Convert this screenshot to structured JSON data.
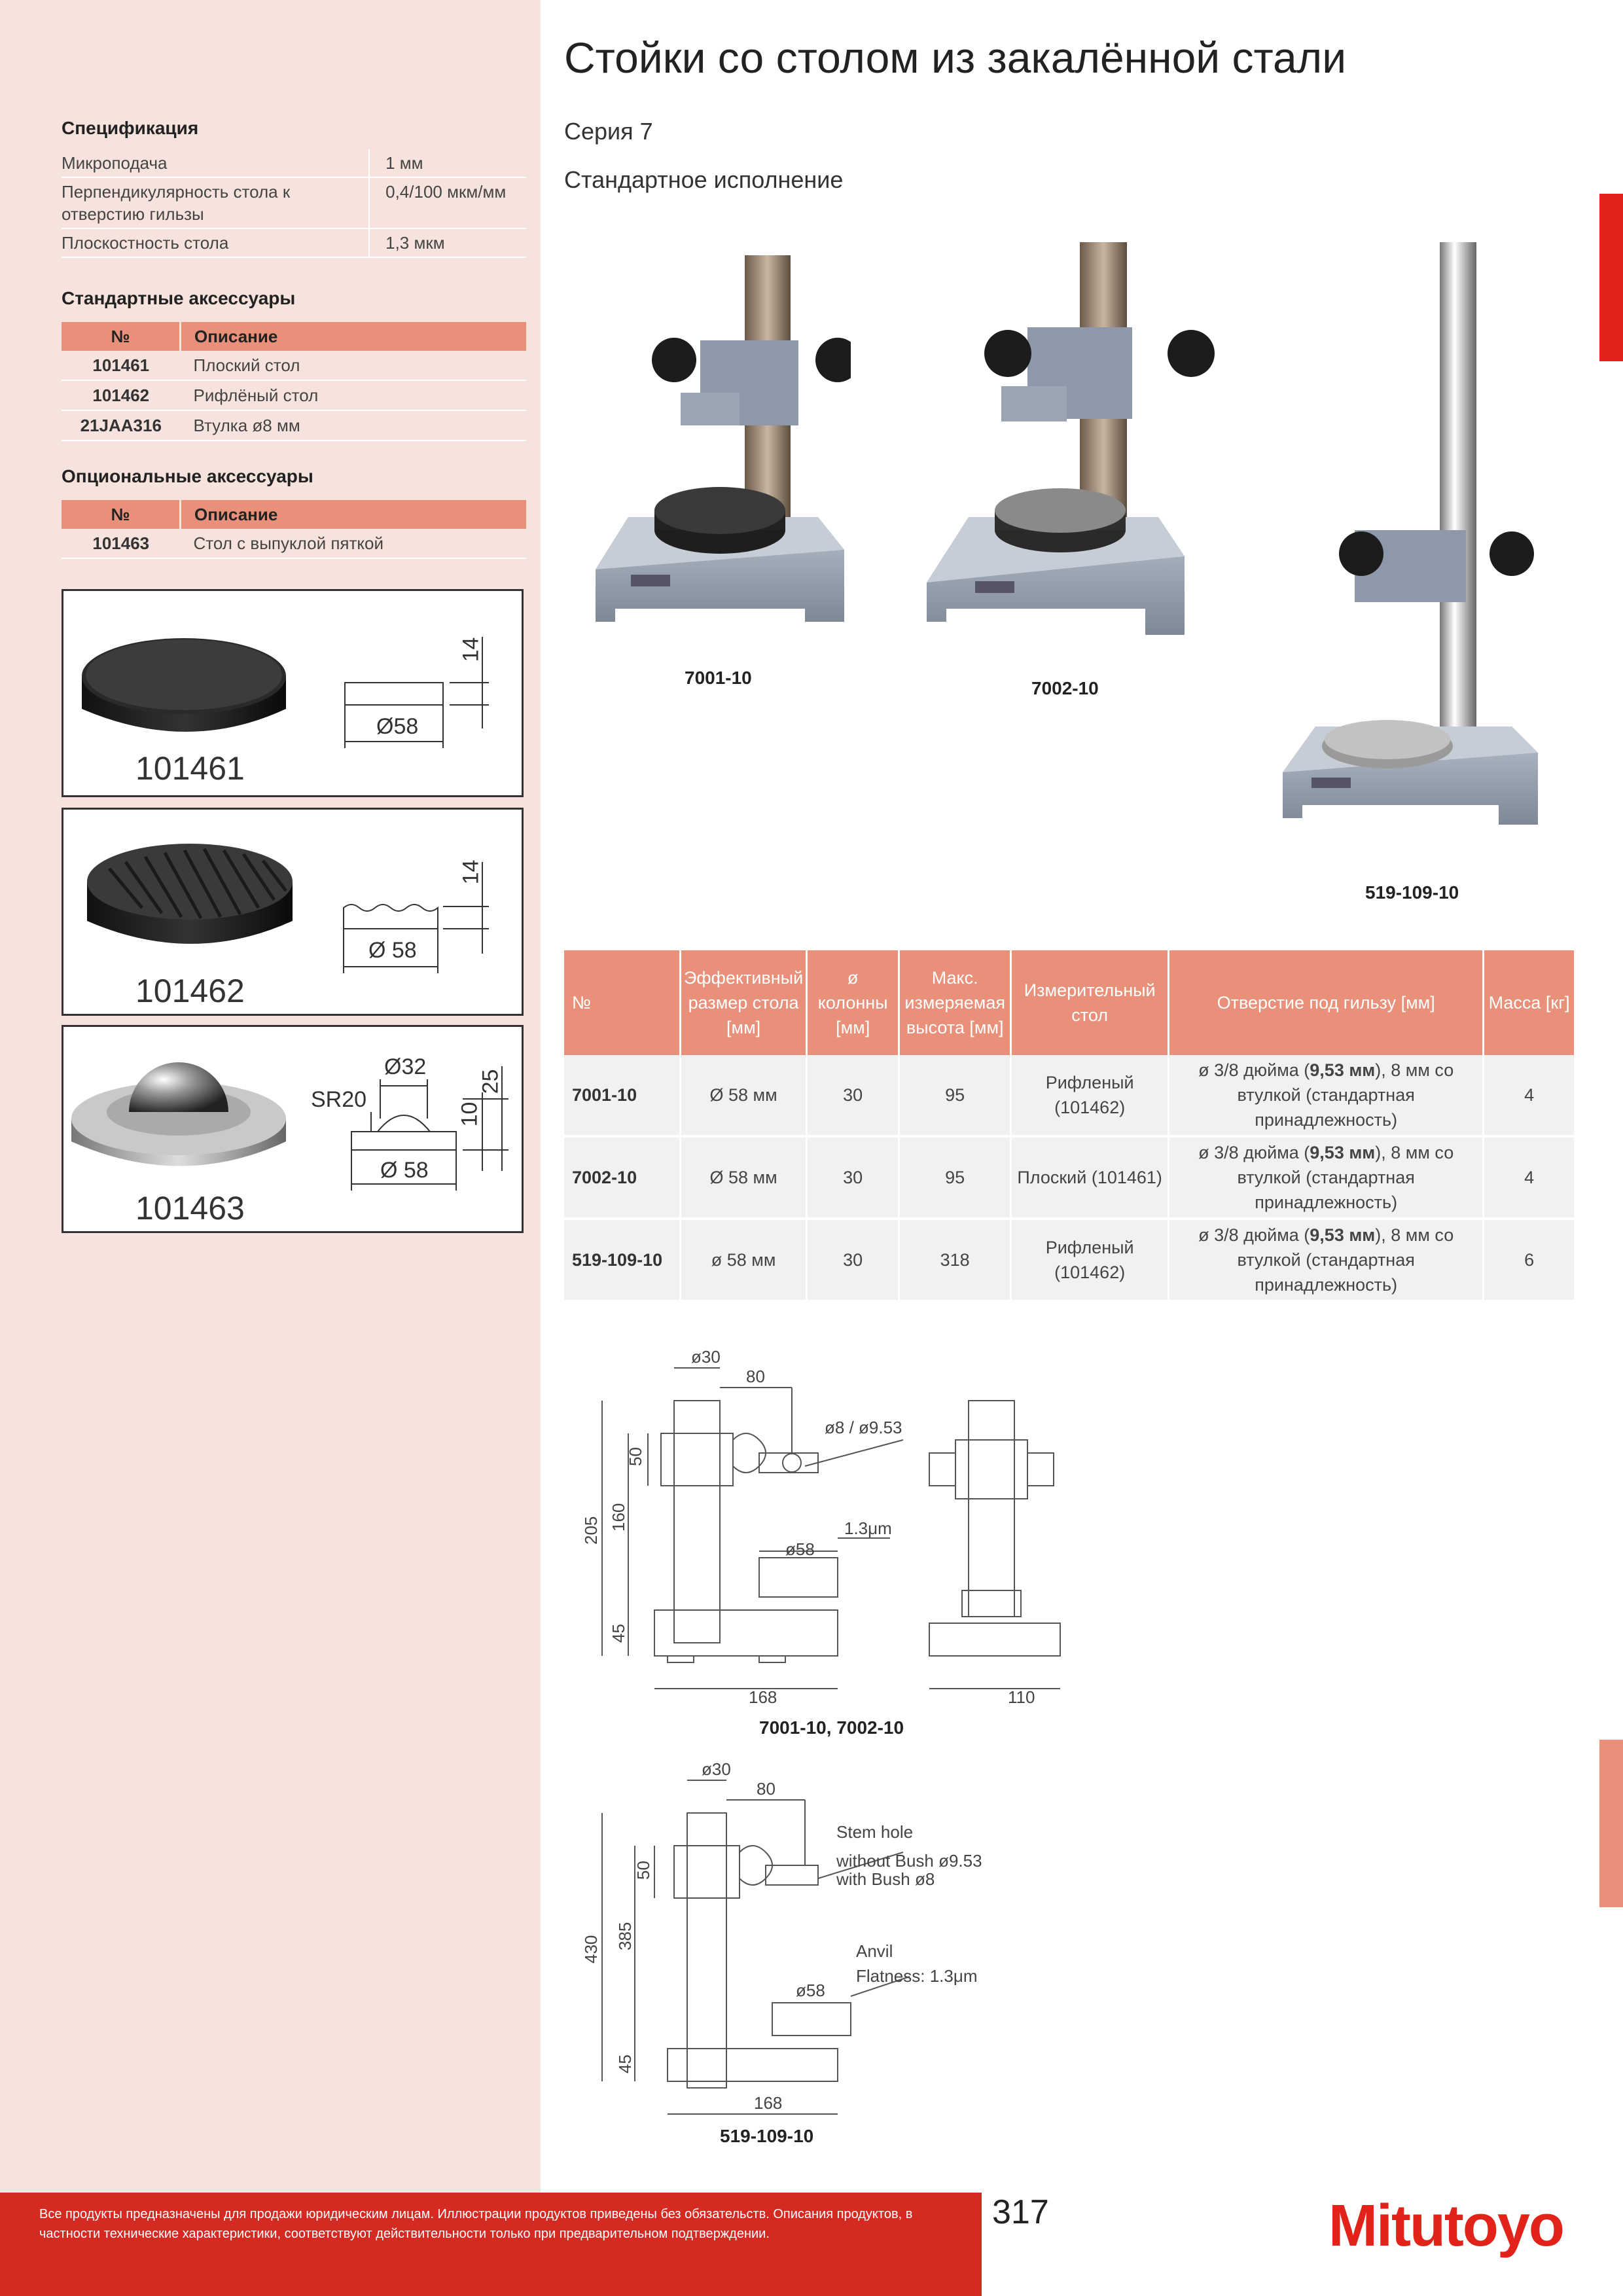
{
  "title": "Стойки со столом из закалённой стали",
  "series": "Серия 7",
  "standard_version": "Стандартное исполнение",
  "spec": {
    "heading": "Спецификация",
    "rows": [
      {
        "label": "Микроподача",
        "value": "1 мм"
      },
      {
        "label": "Перпендикулярность стола к отверстию гильзы",
        "value": "0,4/100 мкм/мм"
      },
      {
        "label": "Плоскостность стола",
        "value": "1,3 мкм"
      }
    ]
  },
  "standard_accessories": {
    "heading": "Стандартные аксессуары",
    "col_no": "№",
    "col_desc": "Описание",
    "rows": [
      {
        "no": "101461",
        "desc": "Плоский стол"
      },
      {
        "no": "101462",
        "desc": "Рифлёный стол"
      },
      {
        "no": "21JAA316",
        "desc": "Втулка ø8 мм"
      }
    ]
  },
  "optional_accessories": {
    "heading": "Опциональные аксессуары",
    "col_no": "№",
    "col_desc": "Описание",
    "rows": [
      {
        "no": "101463",
        "desc": "Стол с выпуклой пяткой"
      }
    ]
  },
  "accessory_drawings": [
    {
      "code": "101461",
      "dim_d": "Ø58",
      "dim_h": "14"
    },
    {
      "code": "101462",
      "dim_d": "Ø 58",
      "dim_h": "14"
    },
    {
      "code": "101463",
      "dim_d": "Ø 58",
      "dim_top": "Ø32",
      "dim_r": "SR20",
      "dim_h1": "10",
      "dim_h2": "25"
    }
  ],
  "photos": [
    {
      "code": "7001-10"
    },
    {
      "code": "7002-10"
    },
    {
      "code": "519-109-10"
    }
  ],
  "product_table": {
    "headers": [
      "№",
      "Эффективный размер стола [мм]",
      "ø колонны [мм]",
      "Макс. измеряемая высота [мм]",
      "Измерительный стол",
      "Отверстие под гильзу [мм]",
      "Масса [кг]"
    ],
    "rows": [
      {
        "no": "7001-10",
        "size": "Ø 58 мм",
        "col": "30",
        "height": "95",
        "table": "Рифленый (101462)",
        "hole_pre": "ø 3/8 дюйма (",
        "hole_bold": "9,53 мм",
        "hole_post": "), 8 мм со втулкой (стандартная принадлежность)",
        "mass": "4"
      },
      {
        "no": "7002-10",
        "size": "Ø 58 мм",
        "col": "30",
        "height": "95",
        "table": "Плоский (101461)",
        "hole_pre": "ø 3/8 дюйма (",
        "hole_bold": "9,53 мм",
        "hole_post": "), 8 мм со втулкой (стандартная принадлежность)",
        "mass": "4"
      },
      {
        "no": "519-109-10",
        "size": "ø 58 мм",
        "col": "30",
        "height": "318",
        "table": "Рифленый (101462)",
        "hole_pre": "ø 3/8 дюйма (",
        "hole_bold": "9,53 мм",
        "hole_post": "), 8 мм со втулкой (стандартная принадлежность)",
        "mass": "6"
      }
    ]
  },
  "drawing1": {
    "caption": "7001-10, 7002-10",
    "d30": "ø30",
    "d80": "80",
    "stem": "ø8 / ø9.53",
    "d50": "50",
    "d160": "160",
    "d205": "205",
    "anvil": "ø58",
    "flat": "1.3μm",
    "d45": "45",
    "d168": "168",
    "d110": "110"
  },
  "drawing2": {
    "caption": "519-109-10",
    "d30": "ø30",
    "d80": "80",
    "stem1": "Stem hole",
    "stem2": "without Bush ø9.53",
    "stem3": "with Bush ø8",
    "d50": "50",
    "d385": "385",
    "d430": "430",
    "anvil": "ø58",
    "anvil_lbl": "Anvil",
    "flat": "Flatness: 1.3μm",
    "d45": "45",
    "d168": "168"
  },
  "footer": {
    "text": "Все продукты предназначены для продажи юридическим лицам. Иллюстрации продуктов приведены без обязательств. Описания продуктов, в частности технические характеристики, соответствуют действительности только при предварительном подтверждении.",
    "page": "317",
    "logo": "Mitutoyo"
  },
  "colors": {
    "accent": "#e8907a",
    "left_bg": "#f7e3dd",
    "brand_red": "#e2231a",
    "footer_red": "#d42a22"
  }
}
